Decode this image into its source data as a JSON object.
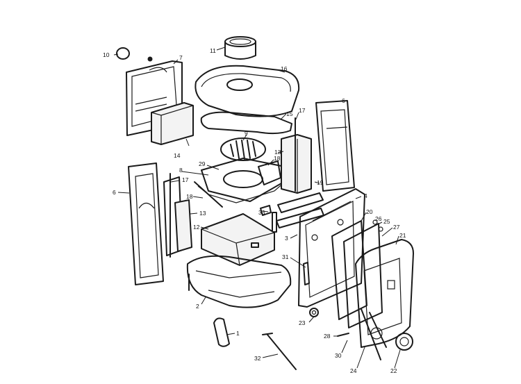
{
  "callouts": {
    "c1": "1",
    "c2": "2",
    "c3": "3",
    "c4": "4",
    "c6a": "6",
    "c6b": "6",
    "c7": "7",
    "c8": "8",
    "c9": "9",
    "c10": "10",
    "c11": "11",
    "c12": "12",
    "c13a": "13",
    "c13b": "13",
    "c14": "14",
    "c15": "15",
    "c16": "16",
    "c17a": "17",
    "c17b": "17",
    "c18a": "18",
    "c18b": "18",
    "c19": "19",
    "c20": "20",
    "c21": "21",
    "c22": "22",
    "c23": "23",
    "c24": "24",
    "c25": "25",
    "c26": "26",
    "c27": "27",
    "c28": "28",
    "c29": "29",
    "c30": "30",
    "c31": "31",
    "c32": "32",
    "c33": "33"
  }
}
